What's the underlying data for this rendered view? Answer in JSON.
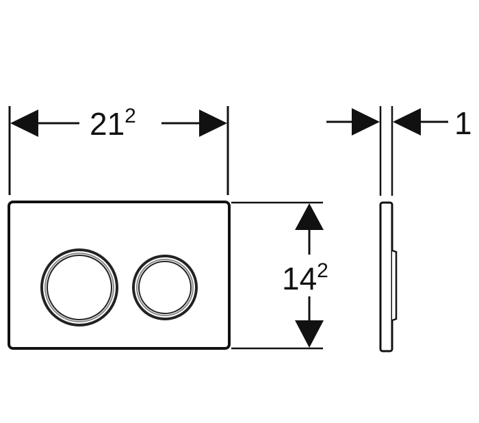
{
  "dimensions": {
    "width": {
      "value": "21",
      "superscript": "2"
    },
    "height": {
      "value": "14",
      "superscript": "2"
    },
    "thickness": {
      "value": "1"
    }
  },
  "colors": {
    "line": "#111111",
    "button_ring_outer": "#222222",
    "button_ring_inner": "#888888",
    "background": "#ffffff"
  }
}
